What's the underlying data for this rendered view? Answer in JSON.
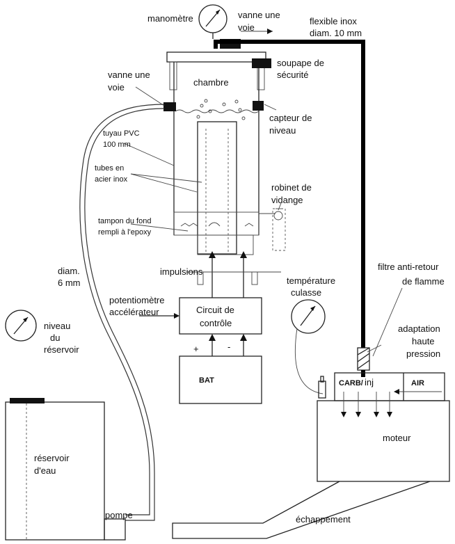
{
  "labels": {
    "manometre": "manomètre",
    "vanne_top_1": "vanne une",
    "vanne_top_2": "voie",
    "flexible_1": "flexible inox",
    "flexible_2": "diam. 10 mm",
    "soupape_1": "soupape de",
    "soupape_2": "sécurité",
    "vanne_left_1": "vanne une",
    "vanne_left_2": "voie",
    "chambre": "chambre",
    "capteur_1": "capteur de",
    "capteur_2": "niveau",
    "tuyau_1": "tuyau PVC",
    "tuyau_2": "100 mm",
    "tubes_1": "tubes en",
    "tubes_2": "acier inox",
    "robinet_1": "robinet de",
    "robinet_2": "vidange",
    "tampon_1": "tampon du fond",
    "tampon_2": "rempli à l'epoxy",
    "impulsions": "impulsions",
    "diam_1": "diam.",
    "diam_2": "6 mm",
    "temp_1": "température",
    "temp_2": "culasse",
    "filtre_1": "filtre anti-retour",
    "filtre_2": "de flamme",
    "potentiometre_1": "potentiomètre",
    "potentiometre_2": "accélérateur",
    "circuit_1": "Circuit de",
    "circuit_2": "contrôle",
    "plus": "+",
    "minus": "-",
    "bat": "BAT",
    "niveau_1": "niveau",
    "niveau_2": "du",
    "niveau_3": "réservoir",
    "adaptation_1": "adaptation",
    "adaptation_2": "haute",
    "adaptation_3": "pression",
    "carb": "CARB/",
    "inj": "inj",
    "air": "AIR",
    "moteur": "moteur",
    "reservoir_1": "réservoir",
    "reservoir_2": "d'eau",
    "pompe": "pompe",
    "echappement": "échappement"
  },
  "colors": {
    "ink": "#111111",
    "paper": "#ffffff"
  }
}
